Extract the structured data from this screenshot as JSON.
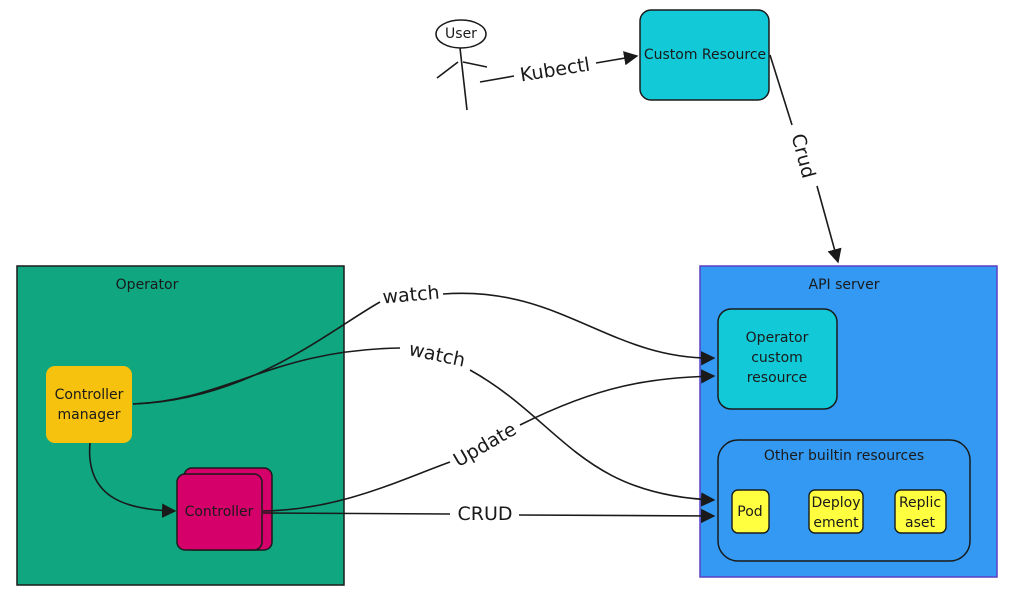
{
  "nodes": {
    "user": "User",
    "custom_resource": "Custom Resource",
    "operator": "Operator",
    "controller_manager": [
      "Controller",
      "manager"
    ],
    "controller": "Controller",
    "api_server": "API server",
    "operator_custom_resource": [
      "Operator",
      "custom",
      "resource"
    ],
    "other_builtin_resources": "Other builtin resources",
    "pod": "Pod",
    "deployment": [
      "Deploy",
      "ement"
    ],
    "replicaset": [
      "Replic",
      "aset"
    ]
  },
  "edges": {
    "kubectl": "Kubectl",
    "crud_upper": "Crud",
    "watch_1": "watch",
    "watch_2": "watch",
    "update": "Update",
    "crud_lower": "CRUD"
  },
  "colors": {
    "operator_bg": "#0fa680",
    "api_server_bg": "#3399f2",
    "api_server_border": "#5b3fc4",
    "custom_resource_bg": "#12c9d8",
    "operator_cr_bg": "#12c9d8",
    "controller_manager_bg": "#f7c20e",
    "controller_bg": "#d6006a",
    "resource_chip_bg": "#ffff40"
  }
}
